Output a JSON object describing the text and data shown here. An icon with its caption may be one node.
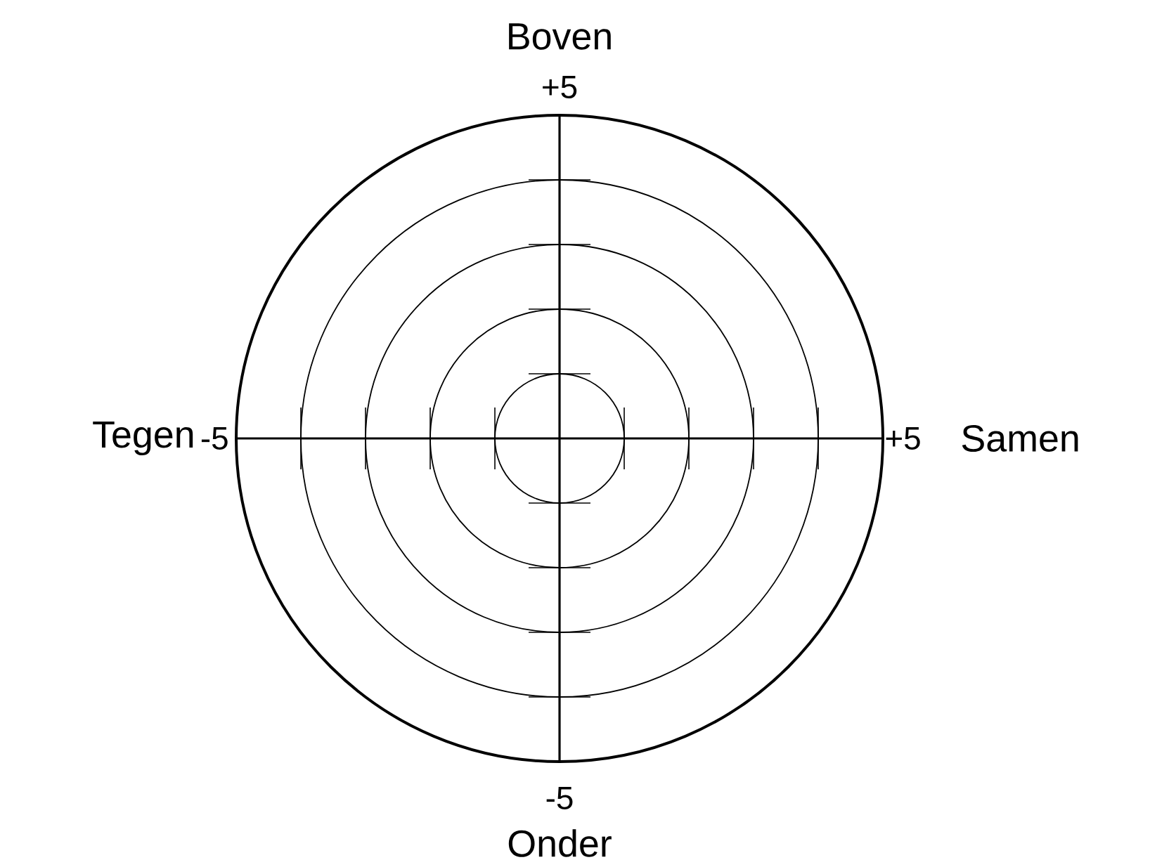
{
  "diagram": {
    "labels": [
      "Boven",
      "+5",
      "Tegen",
      "-5",
      "+5",
      "Samen",
      "-5",
      "Onder"
    ]
  }
}
